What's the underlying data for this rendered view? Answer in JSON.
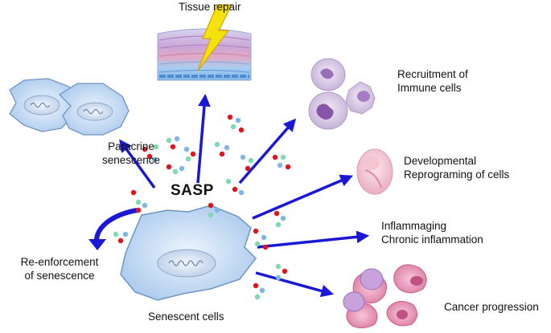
{
  "diagram": {
    "center": {
      "label": "SASP",
      "source_label": "Senescent cells"
    },
    "outcomes": [
      {
        "id": "tissue-repair",
        "label": "Tissue repair"
      },
      {
        "id": "immune-recruitment",
        "label_lines": [
          "Recruitment of",
          "Immune cells"
        ]
      },
      {
        "id": "developmental-reprograming",
        "label_lines": [
          "Developmental",
          "Reprograming of cells"
        ]
      },
      {
        "id": "inflammaging",
        "label_lines": [
          "Inflammaging",
          "Chronic inflammation"
        ]
      },
      {
        "id": "cancer-progression",
        "label": "Cancer progression"
      },
      {
        "id": "paracrine-senescence",
        "label_lines": [
          "Paracrine",
          "senescence"
        ]
      },
      {
        "id": "reenforcement",
        "label_lines": [
          "Re-enforcement",
          "of senescence"
        ]
      }
    ],
    "colors": {
      "arrow": "#1a17d6",
      "cell_fill": "#bcd6f1",
      "cell_stroke": "#6f95c4",
      "dot_red": "#e0141b",
      "dot_green": "#7fd9b3",
      "dot_blue": "#7fb6e8",
      "lightning": "#f4e20d",
      "immune_cell": "#b59ac8",
      "cancer_cell": "#e58fb0"
    }
  }
}
